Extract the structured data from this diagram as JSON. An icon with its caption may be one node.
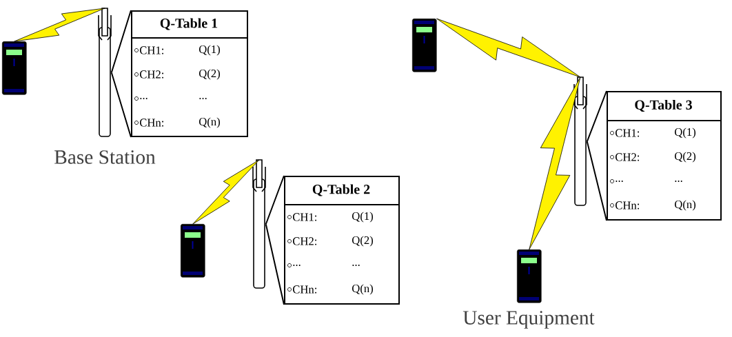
{
  "diagram": {
    "nodes": [
      {
        "text": [],
        "shape": "phone"
      },
      {
        "text": [],
        "shape": "antenna",
        "beside": [
          "Base Station"
        ]
      },
      {
        "text": [
          "Q-Table 1",
          "CH1:",
          "Q(1)",
          "CH2:",
          "Q(2)",
          "...",
          "...",
          "CHn:",
          "Q(n)"
        ]
      },
      {
        "text": [],
        "shape": "phone"
      },
      {
        "text": [],
        "shape": "antenna"
      },
      {
        "text": [
          "Q-Table 3",
          "CH1:",
          "Q(1)",
          "CH2:",
          "Q(2)",
          "...",
          "...",
          "CHn:",
          "Q(n)"
        ]
      },
      {
        "text": [],
        "shape": "antenna"
      },
      {
        "text": [
          "Q-Table 2",
          "CH1:",
          "Q(1)",
          "CH2:",
          "Q(2)",
          "...",
          "...",
          "CHn:",
          "Q(n)"
        ]
      },
      {
        "text": [],
        "shape": "phone"
      },
      {
        "text": [],
        "shape": "phone",
        "beside": [
          "User Equipment"
        ]
      }
    ],
    "edges": [
      {
        "from": 0,
        "to": 1,
        "arrow": "none"
      },
      {
        "from": 1,
        "to": 2,
        "arrow": "none"
      },
      {
        "from": 3,
        "to": 4,
        "arrow": "none"
      },
      {
        "from": 4,
        "to": 5,
        "arrow": "none"
      },
      {
        "from": 8,
        "to": 6,
        "arrow": "none"
      },
      {
        "from": 6,
        "to": 7,
        "arrow": "none"
      },
      {
        "from": 9,
        "to": 4,
        "arrow": "none"
      }
    ]
  }
}
